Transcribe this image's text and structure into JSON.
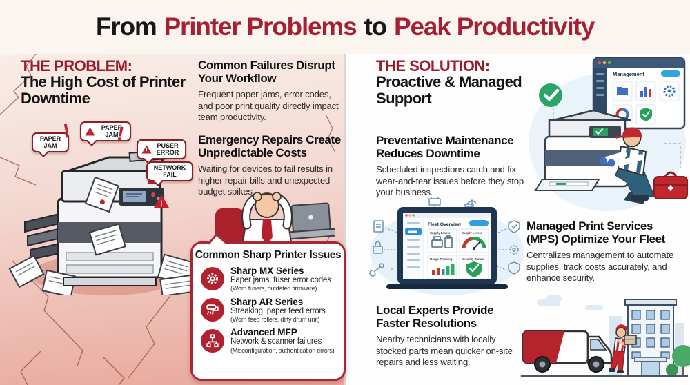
{
  "header": {
    "title_parts": [
      {
        "text": "From",
        "color": "#17171A"
      },
      {
        "text": "Printer Problems",
        "color": "#A42032"
      },
      {
        "text": "to",
        "color": "#17171A"
      },
      {
        "text": "Peak Productivity",
        "color": "#A42032"
      }
    ]
  },
  "problem": {
    "label": "THE PROBLEM:",
    "title": "The High Cost of Printer Downtime",
    "callouts": [
      "PAPER JAM",
      "PAPER JAM",
      "PUSER ERROR",
      "NETWORK FAIL"
    ],
    "sections": [
      {
        "heading": "Common Failures Disrupt Your Workflow",
        "body": "Frequent paper jams, error codes, and poor print quality directly impact team productivity."
      },
      {
        "heading": "Emergency Repairs Create Unpredictable Costs",
        "body": "Waiting for devices to fail results in higher repair bills and unexpected budget spikes."
      }
    ],
    "issues_box": {
      "title": "Common Sharp Printer Issues",
      "items": [
        {
          "icon": "gear-icon",
          "name": "Sharp MX Series",
          "line1": "Paper jams, fuser error codes",
          "line2": "(Worn fusers, outdated firmware)"
        },
        {
          "icon": "roller-icon",
          "name": "Sharp AR Series",
          "line1": "Streaking, paper feed errors",
          "line2": "(Worn feed rollers, dirty drum unit)"
        },
        {
          "icon": "network-icon",
          "name": "Advanced MFP",
          "line1": "Network & scanner failures",
          "line2": "(Misconfiguration, authentication errors)"
        }
      ]
    }
  },
  "solution": {
    "label": "THE SOLUTION:",
    "title": "Proactive & Managed Support",
    "sections": [
      {
        "heading": "Preventative Maintenance Reduces Downtime",
        "body": "Scheduled inspections catch and fix wear-and-tear issues before they stop your business."
      },
      {
        "heading": "Managed Print Services (MPS) Optimize Your Fleet",
        "body": "Centralizes management to automate supplies, track costs accurately, and enhance security."
      },
      {
        "heading": "Local Experts Provide Faster Resolutions",
        "body": "Nearby technicians with locally stocked parts mean quicker on-site repairs and less waiting."
      }
    ],
    "fleet_dashboard": {
      "title": "Fleet Overview",
      "panels": [
        "Supply Levels",
        "Supply Levels",
        "Usage Tracking",
        "Security Status"
      ]
    },
    "management_screen": {
      "title": "Management"
    }
  },
  "colors": {
    "accent_red": "#A42032",
    "heading_black": "#141414",
    "pink_bg_top": "#F9EDE8",
    "pink_bg_bottom": "#E9A89C",
    "box_border_red": "#A62736",
    "icon_circle_red": "#B2212F",
    "green_check": "#27A05A",
    "dashboard_blue": "#2E9FE0",
    "toolbox_red": "#C1272D"
  }
}
